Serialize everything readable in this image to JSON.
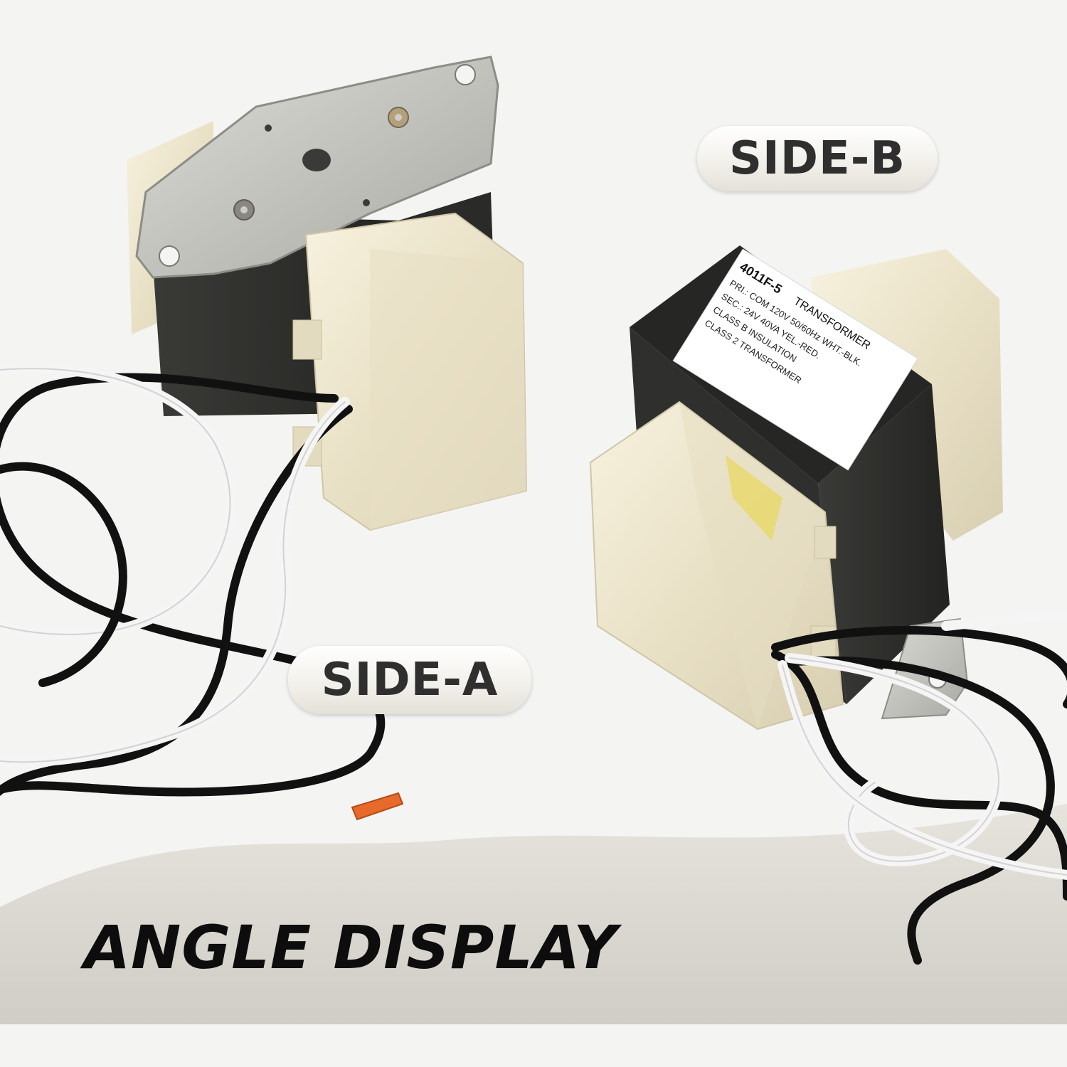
{
  "badges": {
    "side_b": "SIDE-B",
    "side_a": "SIDE-A"
  },
  "footer": {
    "title": "ANGLE DISPLAY"
  },
  "transformer_label": {
    "model": "4011F-5",
    "type": "TRANSFORMER",
    "line1": "PRI.: COM  120V 50/60Hz WHT.-BLK.",
    "line2": "SEC.: 24V   40VA YEL.-RED.",
    "line3": "CLASS B INSULATION",
    "line4": "CLASS 2 TRANSFORMER"
  },
  "colors": {
    "background": "#f4f4f2",
    "core": "#2e2e2c",
    "plastic": "#ede6cf",
    "plate": "#c9c9c4",
    "wire_black": "#111111",
    "wire_white": "#f2f2f2",
    "terminal": "#e86a2a"
  }
}
